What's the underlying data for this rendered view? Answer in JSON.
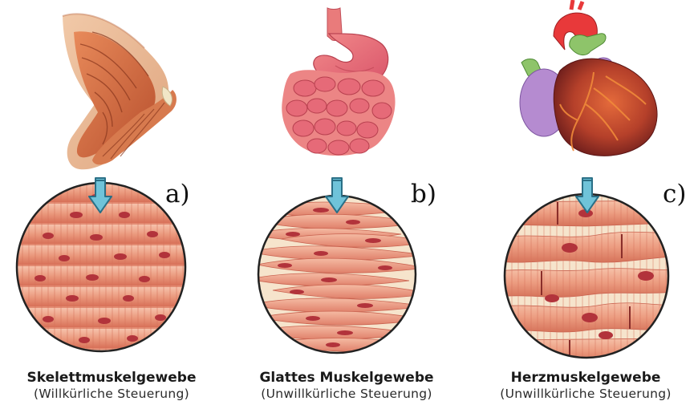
{
  "panels": [
    {
      "letter": "a)",
      "title": "Skelettmuskelgewebe",
      "subtitle": "(Willkürliche Steuerung)",
      "organ_icon": "arm-muscle-icon",
      "tissue_icon": "skeletal-muscle-tissue-icon"
    },
    {
      "letter": "b)",
      "title": "Glattes Muskelgewebe",
      "subtitle": "(Unwillkürliche Steuerung)",
      "organ_icon": "stomach-intestine-icon",
      "tissue_icon": "smooth-muscle-tissue-icon"
    },
    {
      "letter": "c)",
      "title": "Herzmuskelgewebe",
      "subtitle": "(Unwillkürliche Steuerung)",
      "organ_icon": "heart-icon",
      "tissue_icon": "cardiac-muscle-tissue-icon"
    }
  ],
  "colors": {
    "arrow_fill": "#6fc3d9",
    "arrow_stroke": "#2a6f86",
    "fiber_light": "#f4b39b",
    "fiber_dark": "#d9745b",
    "nucleus": "#b2333b",
    "circle_stroke": "#222222",
    "gap": "#f6e4cc"
  }
}
